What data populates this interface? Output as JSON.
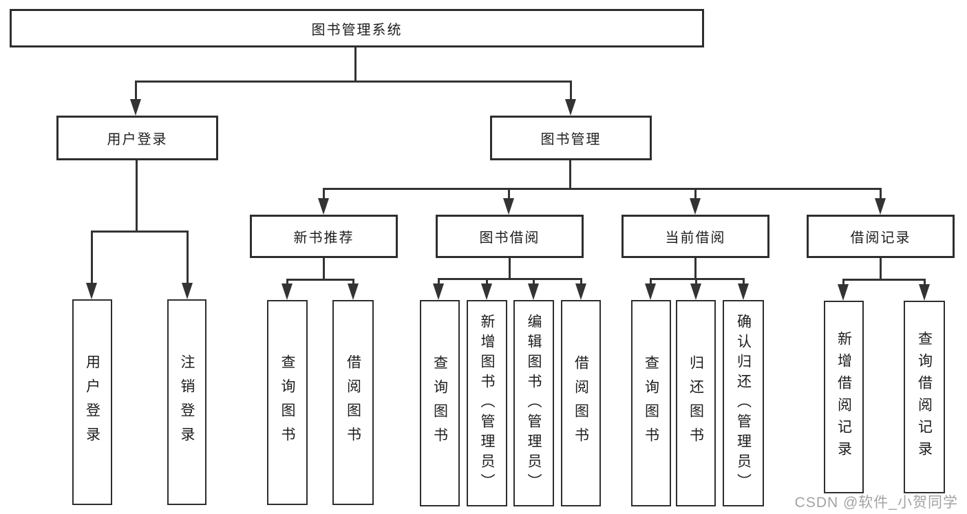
{
  "diagram": {
    "title": "图书管理系统",
    "colors": {
      "bg": "#ffffff",
      "line": "#333333",
      "border": "#2e2e2e",
      "text": "#1d1d1d",
      "watermark": "#a3a3a3"
    },
    "nodes": {
      "root": {
        "label": "图书管理系统"
      },
      "user_login": {
        "label": "用户登录"
      },
      "book_management": {
        "label": "图书管理"
      },
      "new_book_recommend": {
        "label": "新书推荐"
      },
      "book_borrow": {
        "label": "图书借阅"
      },
      "current_borrow": {
        "label": "当前借阅"
      },
      "borrow_records": {
        "label": "借阅记录"
      },
      "ul_user_login": {
        "label": "用户登录"
      },
      "ul_logout": {
        "label": "注销登录"
      },
      "nbr_query_books": {
        "label": "查询图书"
      },
      "nbr_borrow_books": {
        "label": "借阅图书"
      },
      "bb_query_books": {
        "label": "查询图书"
      },
      "bb_add_books": {
        "label": "新增图书（管理员）"
      },
      "bb_edit_books": {
        "label": "编辑图书（管理员）"
      },
      "bb_borrow_books": {
        "label": "借阅图书"
      },
      "cb_query_books": {
        "label": "查询图书"
      },
      "cb_return_books": {
        "label": "归还图书"
      },
      "cb_confirm_return": {
        "label": "确认归还（管理员）"
      },
      "br_add_record": {
        "label": "新增借阅记录"
      },
      "br_query_record": {
        "label": "查询借阅记录"
      }
    },
    "watermark": "CSDN @软件_小贺同学"
  }
}
